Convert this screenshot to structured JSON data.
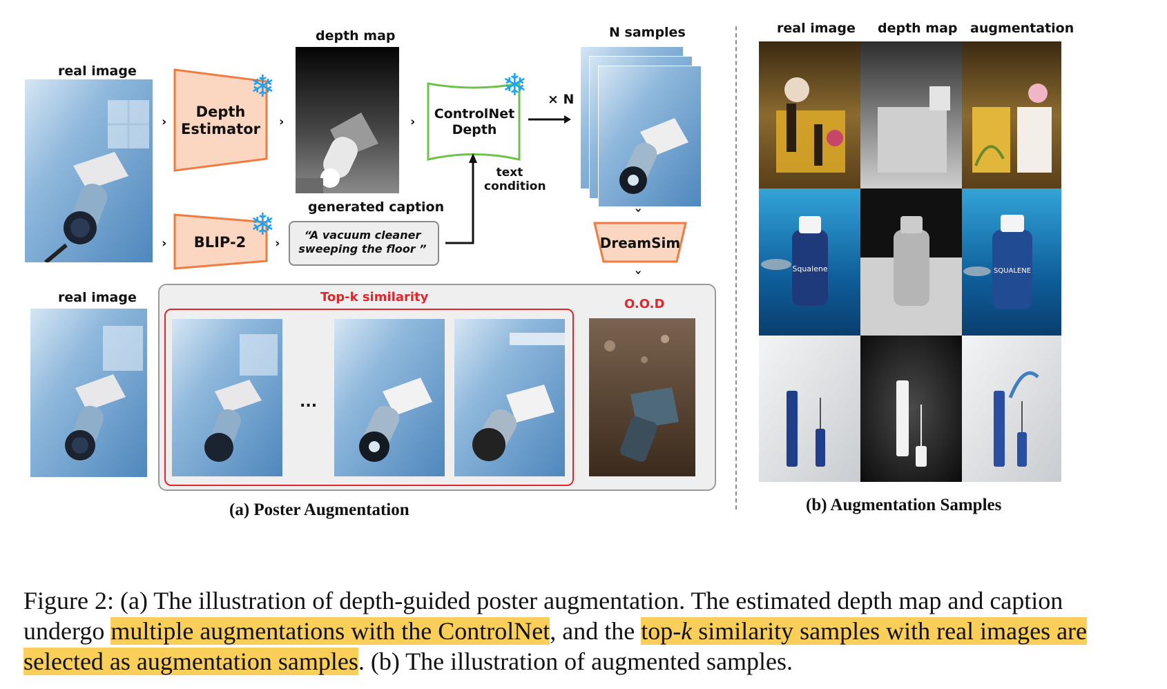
{
  "panel_a": {
    "real_image_label_top": "real image",
    "depth_estimator_label": "Depth Estimator",
    "depth_map_label": "depth map",
    "controlnet_label": "ControlNet Depth",
    "n_samples_label": "N samples",
    "times_n_label": "× N",
    "blip2_label": "BLIP-2",
    "generated_caption_label": "generated caption",
    "caption_text": "“A vacuum cleaner sweeping the floor ”",
    "text_condition_label": "text condition",
    "dreamsim_label": "DreamSim",
    "real_image_label_bottom": "real image",
    "topk_label": "Top-k similarity",
    "ellipsis": "...",
    "ood_label": "O.O.D",
    "subcaption": "(a) Poster Augmentation"
  },
  "panel_b": {
    "col_real": "real image",
    "col_depth": "depth map",
    "col_aug": "augmentation",
    "row1_bottle_text": "Squalene",
    "row1_aug_text": "SQUALENE",
    "subcaption": "(b) Augmentation Samples"
  },
  "caption": {
    "part1": "Figure 2: (a) The illustration of depth-guided poster augmentation. The estimated depth map and caption undergo ",
    "hl1": "multiple augmentations with the ControlNet",
    "part2": ", and the ",
    "hl2_a": "top-",
    "hl2_k": "k",
    "hl2_b": " similarity samples with real images are selected as augmentation samples",
    "part3": ". (b) The illustration of augmented samples."
  },
  "colors": {
    "orange_fill": "#fbd7c2",
    "orange_stroke": "#f07b3f",
    "green_fill": "#ffffff",
    "green_stroke": "#6cc24a",
    "red_box": "#e0262b",
    "gray_panel": "#efefef",
    "highlight": "#f9cf5a",
    "snow": "#1da1f2"
  }
}
